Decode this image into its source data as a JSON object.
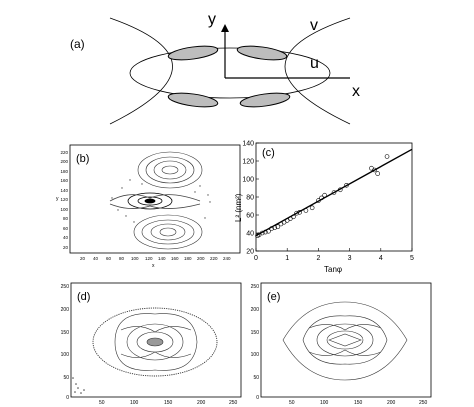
{
  "panels": {
    "a": {
      "label": "(a)",
      "axis_x": "x",
      "axis_y": "y",
      "curve_v": "v",
      "curve_u": "u"
    },
    "b": {
      "label": "(b)",
      "xticks": [
        "20",
        "40",
        "60",
        "80",
        "100",
        "120",
        "140",
        "160",
        "180",
        "200",
        "220",
        "240"
      ],
      "yticks": [
        "20",
        "40",
        "60",
        "80",
        "100",
        "120",
        "140",
        "160",
        "180",
        "200",
        "220"
      ],
      "xlabel": "x",
      "ylabel": "y"
    },
    "c": {
      "label": "(c)",
      "xlabel": "Tanφ",
      "ylabel": "L² (nm²)"
    },
    "d": {
      "label": "(d)",
      "xticks": [
        "50",
        "100",
        "150",
        "200",
        "250"
      ],
      "yticks": [
        "0",
        "50",
        "100",
        "150",
        "200",
        "250"
      ]
    },
    "e": {
      "label": "(e)",
      "xticks": [
        "50",
        "100",
        "150",
        "200",
        "250"
      ],
      "yticks": [
        "0",
        "50",
        "100",
        "150",
        "200",
        "250"
      ]
    }
  },
  "chart_data": {
    "type": "scatter",
    "xlabel": "Tanφ",
    "ylabel": "L² (nm²)",
    "xlim": [
      0,
      5
    ],
    "ylim": [
      20,
      140
    ],
    "xticks": [
      0,
      1,
      2,
      3,
      4,
      5
    ],
    "yticks": [
      20,
      40,
      60,
      80,
      100,
      120,
      140
    ],
    "fit_line": {
      "x": [
        0,
        5
      ],
      "y": [
        37,
        133
      ]
    },
    "points": [
      [
        0.05,
        37
      ],
      [
        0.1,
        38
      ],
      [
        0.2,
        40
      ],
      [
        0.3,
        41
      ],
      [
        0.4,
        42
      ],
      [
        0.5,
        45
      ],
      [
        0.6,
        46
      ],
      [
        0.7,
        47
      ],
      [
        0.8,
        50
      ],
      [
        0.9,
        52
      ],
      [
        1.0,
        54
      ],
      [
        1.1,
        56
      ],
      [
        1.2,
        58
      ],
      [
        1.3,
        62
      ],
      [
        1.4,
        63
      ],
      [
        1.6,
        65
      ],
      [
        1.8,
        68
      ],
      [
        2.0,
        76
      ],
      [
        2.1,
        79
      ],
      [
        2.2,
        82
      ],
      [
        2.5,
        85
      ],
      [
        2.7,
        88
      ],
      [
        2.9,
        93
      ],
      [
        3.7,
        112
      ],
      [
        3.8,
        110
      ],
      [
        3.9,
        106
      ],
      [
        4.2,
        125
      ]
    ]
  }
}
